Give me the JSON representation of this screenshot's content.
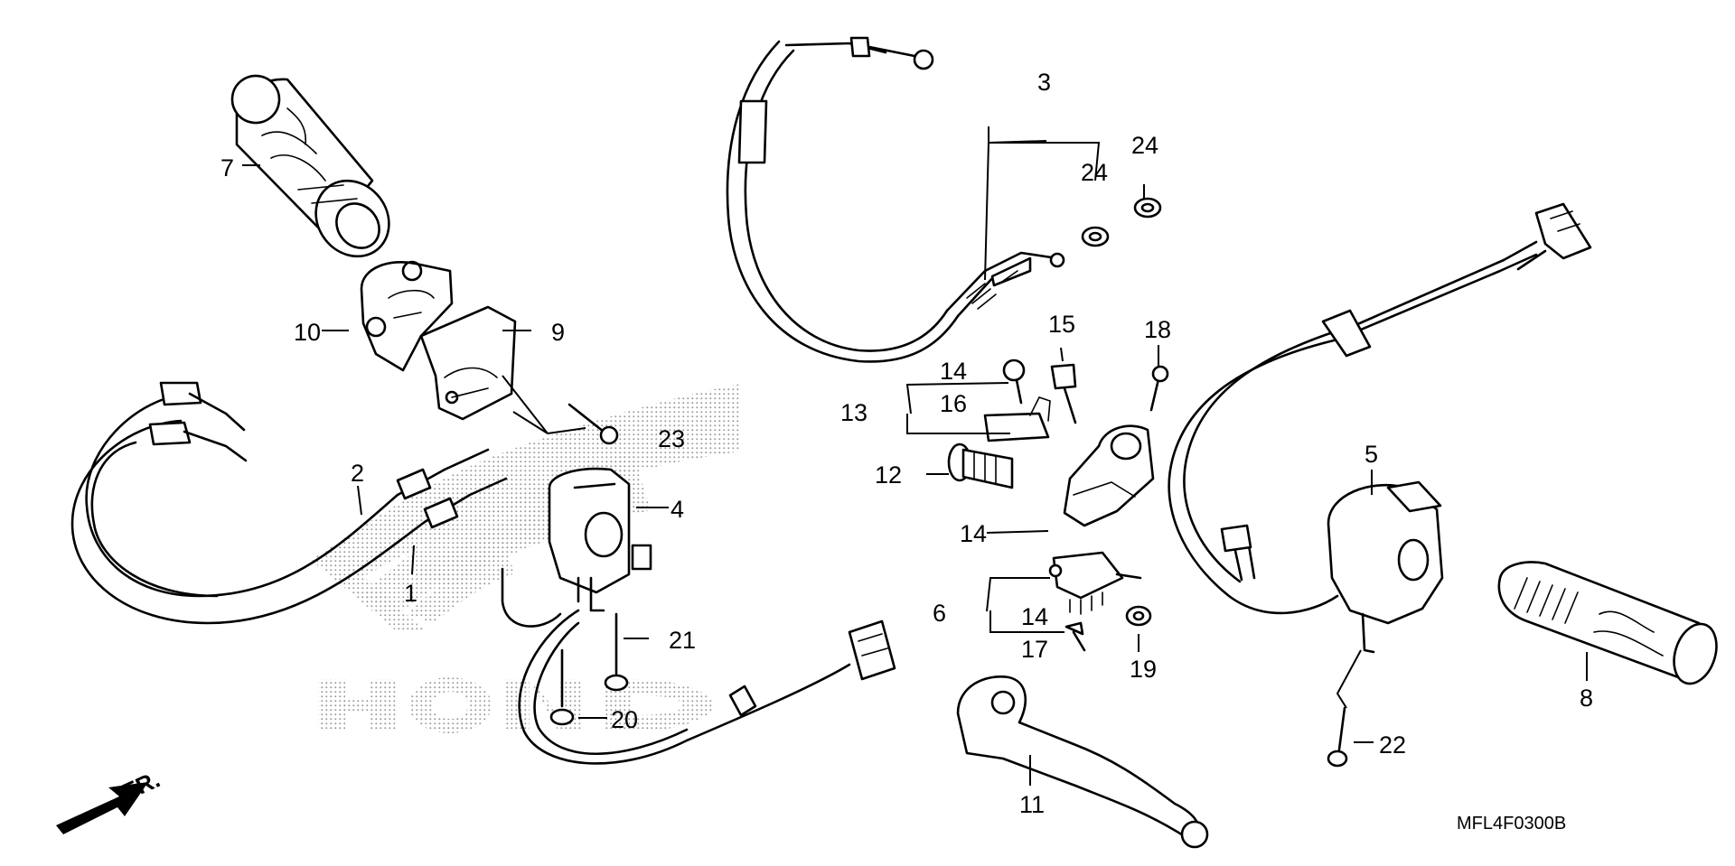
{
  "diagram": {
    "code": "MFL4F0300B",
    "watermark": "HONDA",
    "direction_label": "FR."
  },
  "callouts": {
    "c1": "1",
    "c2": "2",
    "c3": "3",
    "c4": "4",
    "c5": "5",
    "c6": "6",
    "c7": "7",
    "c8": "8",
    "c9": "9",
    "c10": "10",
    "c11": "11",
    "c12": "12",
    "c13": "13",
    "c14a": "14",
    "c14b": "14",
    "c14c": "14",
    "c15": "15",
    "c16": "16",
    "c17": "17",
    "c18": "18",
    "c19": "19",
    "c20": "20",
    "c21": "21",
    "c22": "22",
    "c23": "23",
    "c24a": "24",
    "c24b": "24"
  }
}
